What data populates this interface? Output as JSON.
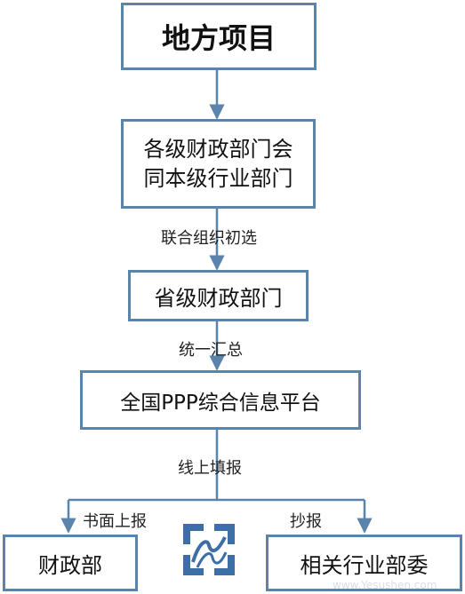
{
  "diagram": {
    "colors": {
      "box_border": "#5b84ad",
      "arrow": "#5b84ad",
      "text": "#111111",
      "logo": "#3e6ea6"
    },
    "nodes": {
      "top": "地方项目",
      "finance_and_industry_line1": "各级财政部门会",
      "finance_and_industry_line2": "同本级行业部门",
      "provincial_finance": "省级财政部门",
      "ppp_platform": "全国PPP综合信息平台",
      "ministry_of_finance": "财政部",
      "related_industry": "相关行业部委"
    },
    "edge_labels": {
      "joint_selection": "联合组织初选",
      "summary": "统一汇总",
      "online_report": "线上填报",
      "written_report": "书面上报",
      "copy_report": "抄报"
    },
    "icons": [
      "logo-icon",
      "down-arrow-icon"
    ],
    "watermark": "www.Yesushen.com"
  }
}
